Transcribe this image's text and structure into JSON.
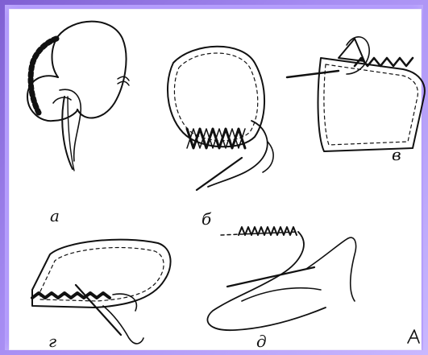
{
  "labels": {
    "a": "а",
    "b": "б",
    "v": "в",
    "g": "г",
    "d": "д"
  },
  "colors": {
    "frame": "#a88dfc",
    "ink": "#111111",
    "paper": "#ffffff"
  }
}
